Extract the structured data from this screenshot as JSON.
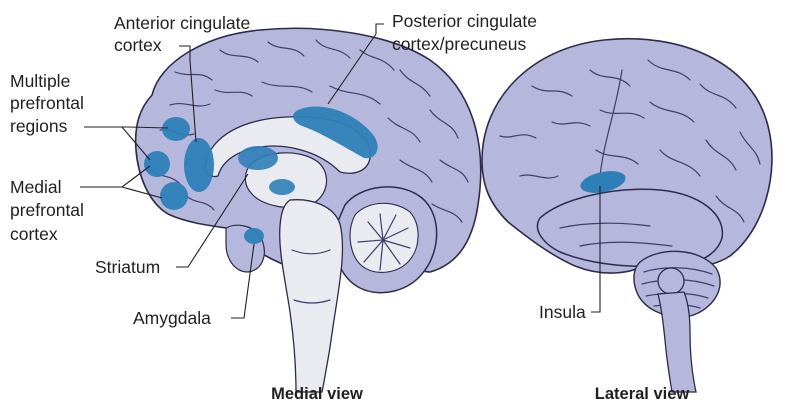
{
  "colors": {
    "cortex": "#b5b7dc",
    "cortex_dark": "#8f92c6",
    "white_matter": "#e9ebf1",
    "outline": "#2c2c4a",
    "region_highlight": "#2e7fb8"
  },
  "labels": {
    "anterior_cingulate": [
      "Anterior cingulate",
      "cortex"
    ],
    "posterior_cingulate": [
      "Posterior cingulate",
      "cortex/precuneus"
    ],
    "multiple_prefrontal": [
      "Multiple",
      "prefrontal",
      "regions"
    ],
    "medial_prefrontal": [
      "Medial",
      "prefrontal",
      "cortex"
    ],
    "striatum": "Striatum",
    "amygdala": "Amygdala",
    "insula": "Insula"
  },
  "captions": {
    "medial": "Medial view",
    "lateral": "Lateral view"
  }
}
